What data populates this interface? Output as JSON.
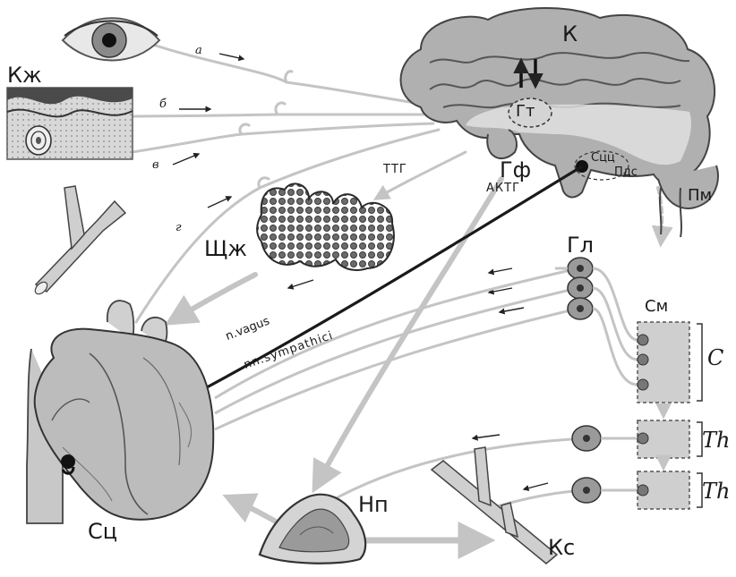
{
  "colors": {
    "pathway_gray": "#c4c4c4",
    "vagus_line": "#1a1a1a",
    "tissue_dark": "#6e6e6e",
    "tissue_light": "#d0d0d0",
    "background": "#ffffff"
  },
  "labels": {
    "skin": "Кж",
    "cortex": "К",
    "hypothalamus": "Гт",
    "pituitary": "Гф",
    "actg": "АКТГ",
    "ttg": "ТТГ",
    "svc": "Сцц",
    "pds": "Пдс",
    "medulla": "Пм",
    "thyroid": "Щж",
    "ganglia": "Гл",
    "spinal_cord": "См",
    "cervical": "C",
    "thoracic_1": "Th",
    "thoracic_2": "Th",
    "heart": "Сц",
    "adrenal": "Нп",
    "vessels": "Кс",
    "vagus": "n.vagus",
    "sympathetic": "nn.sympathici",
    "path_a": "а",
    "path_b": "б",
    "path_v": "в",
    "path_g": "г"
  },
  "icons": {
    "eye": "eye-icon",
    "skin_section": "skin-section-icon",
    "blood_vessel": "blood-vessel-icon",
    "brain": "brain-icon",
    "thyroid": "thyroid-icon",
    "heart": "heart-icon",
    "adrenal": "adrenal-gland-icon",
    "ganglion": "ganglion-icon",
    "spinal_segment": "spinal-segment-icon"
  }
}
